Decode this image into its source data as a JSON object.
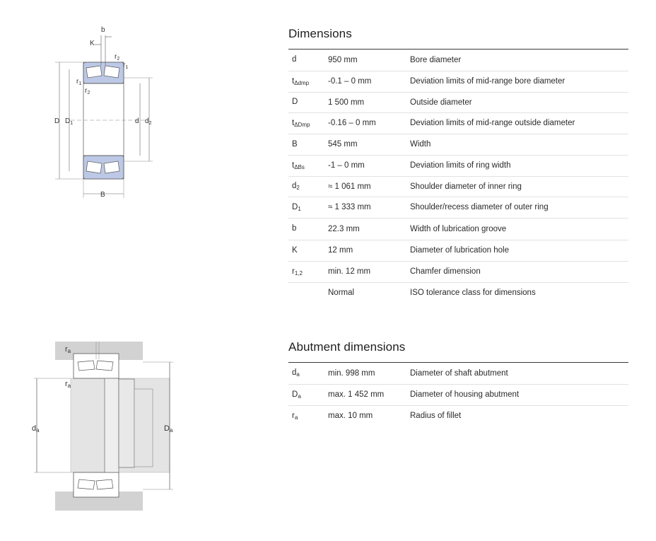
{
  "diagram1": {
    "labels": {
      "b": "b",
      "K": "K",
      "r2_top": "r",
      "r2_top_sub": "2",
      "r1_right": "r",
      "r1_right_sub": "1",
      "r1_left": "r",
      "r1_left_sub": "1",
      "r2_left": "r",
      "r2_left_sub": "2",
      "D": "D",
      "D1": "D",
      "D1_sub": "1",
      "d": "d",
      "d2": "d",
      "d2_sub": "2",
      "B": "B"
    },
    "colors": {
      "ring_fill": "#bcc8e6",
      "line": "#555555"
    }
  },
  "diagram2": {
    "labels": {
      "ra_top": "r",
      "ra_top_sub": "a",
      "ra_mid": "r",
      "ra_mid_sub": "a",
      "da": "d",
      "da_sub": "a",
      "Da": "D",
      "Da_sub": "a"
    },
    "colors": {
      "housing_fill": "#d2d2d2",
      "shaft_fill": "#e4e4e4"
    }
  },
  "dimensions": {
    "title": "Dimensions",
    "rows": [
      {
        "sym": "d",
        "sub": "",
        "value": "950 mm",
        "desc": "Bore diameter"
      },
      {
        "sym": "t",
        "sub": "Δdmp",
        "value": "-0.1  –  0 mm",
        "desc": "Deviation limits of mid-range bore diameter"
      },
      {
        "sym": "D",
        "sub": "",
        "value": "1 500 mm",
        "desc": "Outside diameter"
      },
      {
        "sym": "t",
        "sub": "ΔDmp",
        "value": "-0.16  –  0 mm",
        "desc": "Deviation limits of mid-range outside diameter"
      },
      {
        "sym": "B",
        "sub": "",
        "value": "545 mm",
        "desc": "Width"
      },
      {
        "sym": "t",
        "sub": "ΔBs",
        "value": "-1  –  0 mm",
        "desc": "Deviation limits of ring width"
      },
      {
        "sym": "d",
        "sub": "2",
        "value": "≈ 1 061 mm",
        "desc": "Shoulder diameter of inner ring"
      },
      {
        "sym": "D",
        "sub": "1",
        "value": "≈ 1 333 mm",
        "desc": "Shoulder/recess diameter of outer ring"
      },
      {
        "sym": "b",
        "sub": "",
        "value": "22.3 mm",
        "desc": "Width of lubrication groove"
      },
      {
        "sym": "K",
        "sub": "",
        "value": "12 mm",
        "desc": "Diameter of lubrication hole"
      },
      {
        "sym": "r",
        "sub": "1,2",
        "value": "min. 12 mm",
        "desc": "Chamfer dimension"
      },
      {
        "sym": "",
        "sub": "",
        "value": "Normal",
        "desc": "ISO tolerance class for dimensions"
      }
    ]
  },
  "abutment": {
    "title": "Abutment dimensions",
    "rows": [
      {
        "sym": "d",
        "sub": "a",
        "value": "min. 998 mm",
        "desc": "Diameter of shaft abutment"
      },
      {
        "sym": "D",
        "sub": "a",
        "value": "max. 1 452 mm",
        "desc": "Diameter of housing abutment"
      },
      {
        "sym": "r",
        "sub": "a",
        "value": "max. 10 mm",
        "desc": "Radius of fillet"
      }
    ]
  }
}
